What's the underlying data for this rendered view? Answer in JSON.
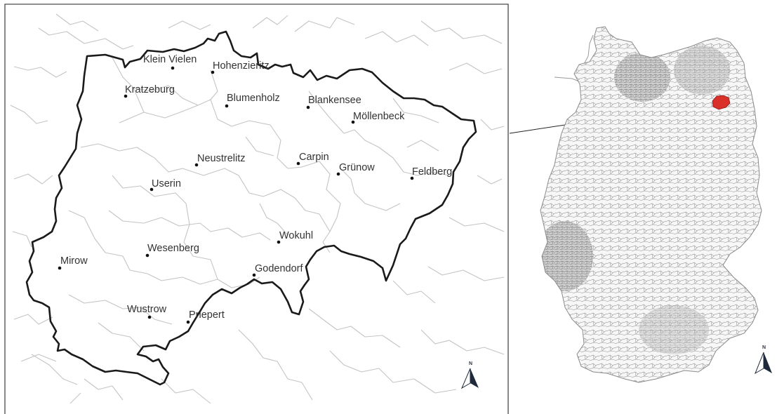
{
  "colors": {
    "frame": "#4a4a4a",
    "district_border": "#1a1a1a",
    "municipal_lines": "#c4c4c4",
    "town_dot": "#111111",
    "label_text": "#333333",
    "germany_lines": "#8a8a8a",
    "highlight": "#d9302a",
    "north_arrow": "#1e2a3a"
  },
  "inset_map": {
    "towns": [
      {
        "id": "klein-vielen",
        "name": "Klein Vielen"
      },
      {
        "id": "hohenzieritz",
        "name": "Hohenzieritz"
      },
      {
        "id": "kratzeburg",
        "name": "Kratzeburg"
      },
      {
        "id": "blumenholz",
        "name": "Blumenholz"
      },
      {
        "id": "blankensee",
        "name": "Blankensee"
      },
      {
        "id": "moellenbeck",
        "name": "Möllenbeck"
      },
      {
        "id": "neustrelitz",
        "name": "Neustrelitz"
      },
      {
        "id": "carpin",
        "name": "Carpin"
      },
      {
        "id": "gruenow",
        "name": "Grünow"
      },
      {
        "id": "feldberg",
        "name": "Feldberg"
      },
      {
        "id": "userin",
        "name": "Userin"
      },
      {
        "id": "wokuhl",
        "name": "Wokuhl"
      },
      {
        "id": "wesenberg",
        "name": "Wesenberg"
      },
      {
        "id": "mirow",
        "name": "Mirow"
      },
      {
        "id": "godendorf",
        "name": "Godendorf"
      },
      {
        "id": "wustrow",
        "name": "Wustrow"
      },
      {
        "id": "priepert",
        "name": "Priepert"
      }
    ],
    "north_label": "N"
  },
  "overview_map": {
    "north_label": "N",
    "icons": [
      "north-arrow-icon"
    ]
  }
}
